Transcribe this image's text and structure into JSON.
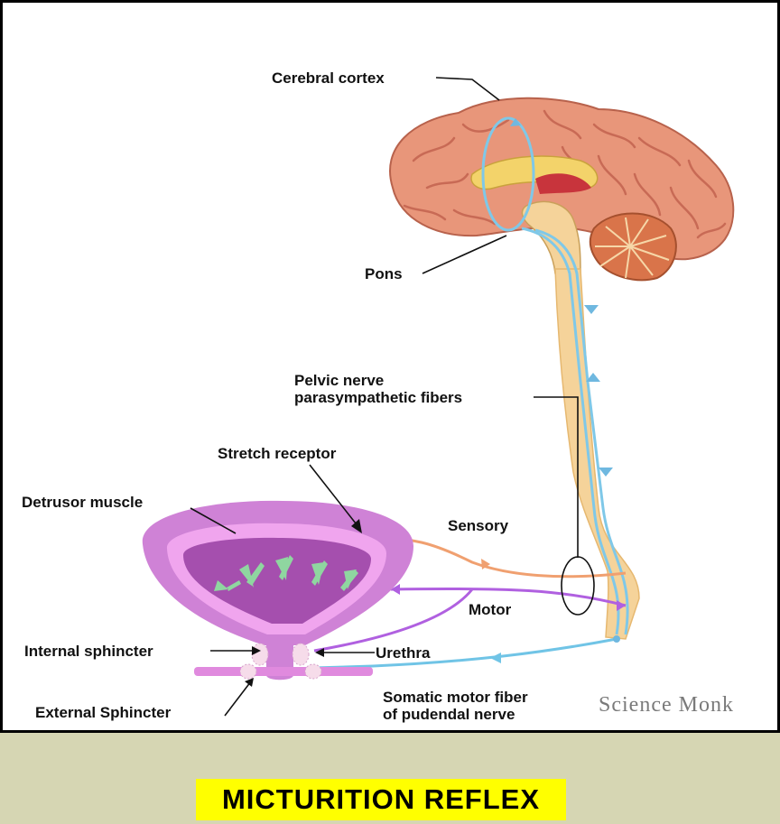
{
  "labels": {
    "cerebral_cortex": "Cerebral cortex",
    "pons": "Pons",
    "pelvic_nerve_line1": "Pelvic nerve",
    "pelvic_nerve_line2": "parasympathetic fibers",
    "stretch_receptor": "Stretch receptor",
    "detrusor_muscle": "Detrusor muscle",
    "sensory": "Sensory",
    "motor": "Motor",
    "internal_sphincter": "Internal sphincter",
    "urethra": "Urethra",
    "external_sphincter": "External Sphincter",
    "somatic_line1": "Somatic motor fiber",
    "somatic_line2": "of pudendal nerve"
  },
  "watermark": "Science Monk",
  "caption": "MICTURITION REFLEX",
  "colors": {
    "brain": "#e8967a",
    "brain_fold": "#c86a55",
    "cerebellum": "#d9744a",
    "spinal_cord": "#f5d39a",
    "bladder_outer": "#cf82d6",
    "bladder_wall": "#f0a5ee",
    "bladder_lumen": "#a54fae",
    "sensory_path": "#f0a070",
    "motor_path": "#b060e0",
    "cortex_path": "#7fc8e8",
    "somatic_path": "#70c4e6",
    "arrows": "#8fd6a0",
    "caption_bg": "#ffff00",
    "page_bg": "#d6d6b3"
  }
}
